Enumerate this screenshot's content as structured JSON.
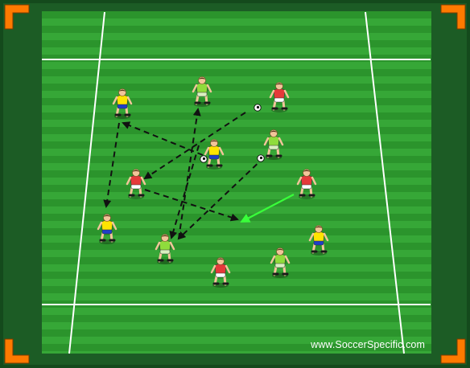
{
  "watermark": "www.SoccerSpecific.com",
  "colors": {
    "grass_light": "#36a737",
    "grass_dark": "#2b942c",
    "surround": "#1c5c25",
    "border": "#144a1c",
    "corner_markers": "#ff7a00",
    "pass_arrows": "#111111",
    "highlight_arrow": "#39ff3a"
  },
  "teams": {
    "yellow": {
      "shirt": "#ffe400",
      "shorts": "#1f3fc7"
    },
    "lightgreen": {
      "shirt": "#8fdc3c",
      "shorts": "#d9f0c0"
    },
    "red": {
      "shirt": "#e43a3a",
      "shorts": "#ffffff"
    }
  },
  "players": [
    {
      "team": "yellow",
      "ball": false
    },
    {
      "team": "lightgreen",
      "ball": false
    },
    {
      "team": "red",
      "ball": true
    },
    {
      "team": "yellow",
      "ball": true
    },
    {
      "team": "lightgreen",
      "ball": true
    },
    {
      "team": "red",
      "ball": false
    },
    {
      "team": "red",
      "ball": false
    },
    {
      "team": "yellow",
      "ball": false
    },
    {
      "team": "lightgreen",
      "ball": false
    },
    {
      "team": "yellow",
      "ball": false
    },
    {
      "team": "red",
      "ball": false
    },
    {
      "team": "lightgreen",
      "ball": false
    }
  ],
  "arrows": [
    {
      "style": "dashed",
      "color": "pass"
    },
    {
      "style": "dashed",
      "color": "pass"
    },
    {
      "style": "dashed",
      "color": "pass"
    },
    {
      "style": "dashed",
      "color": "pass"
    },
    {
      "style": "dashed",
      "color": "pass"
    },
    {
      "style": "dashed",
      "color": "pass"
    },
    {
      "style": "dashed",
      "color": "pass"
    },
    {
      "style": "dashed",
      "color": "pass"
    },
    {
      "style": "solid",
      "color": "highlight"
    }
  ]
}
